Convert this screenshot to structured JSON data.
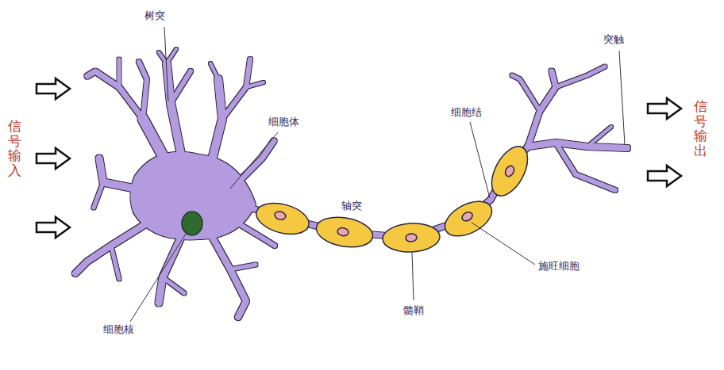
{
  "diagram": {
    "labels": [
      "树突",
      "细胞体",
      "细胞结",
      "突触",
      "信号输入",
      "信号输出",
      "轴突",
      "施旺细胞",
      "髓鞘",
      "细胞核"
    ]
  }
}
